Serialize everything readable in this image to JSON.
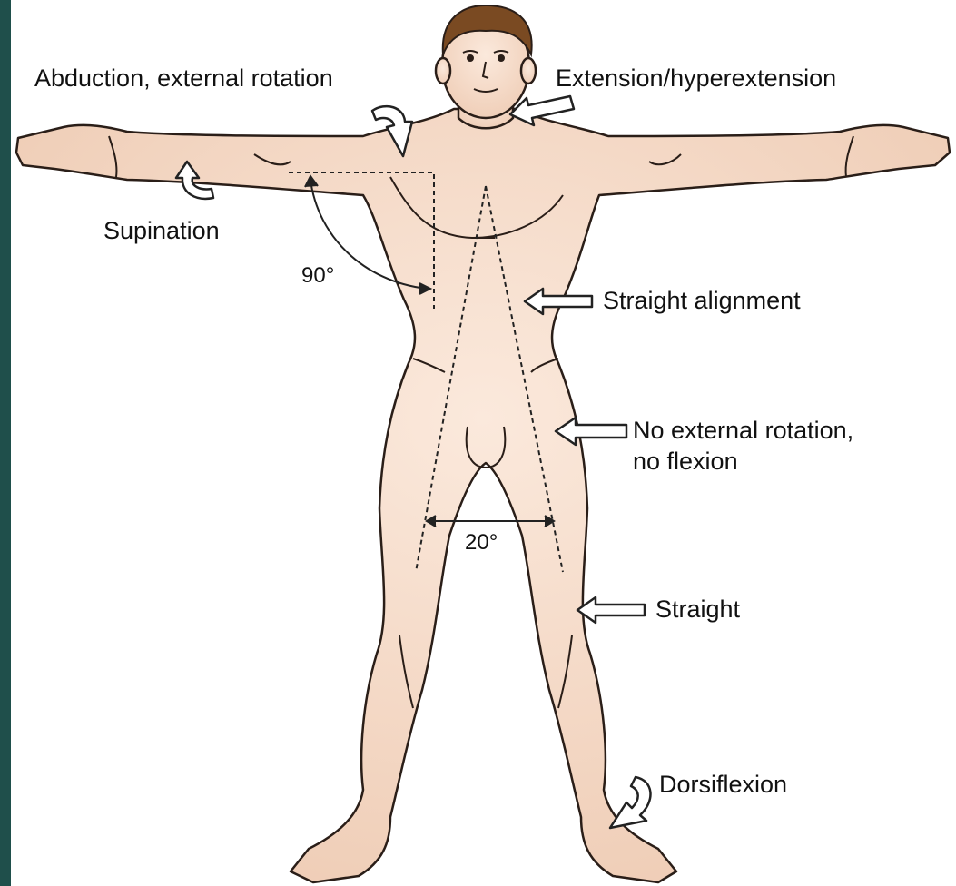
{
  "colors": {
    "background_frame": "#1f4f4b",
    "panel": "#ffffff",
    "skin": "#f6dfcc",
    "skin_shadow": "#ecc6ad",
    "hair": "#7a4a22",
    "outline": "#2a1e18",
    "text": "#111111"
  },
  "labels": {
    "abduction": "Abduction, external rotation",
    "extension": "Extension/hyperextension",
    "supination": "Supination",
    "angle_90": "90°",
    "straight_alignment": "Straight alignment",
    "no_external_rotation_line1": "No external rotation,",
    "no_external_rotation_line2": "no flexion",
    "angle_20": "20°",
    "straight": "Straight",
    "dorsiflexion": "Dorsiflexion"
  },
  "icons": [
    "abduction-rotation-arrow-icon",
    "extension-arrow-icon",
    "supination-arrow-icon",
    "straight-alignment-arrow-icon",
    "no-rotation-arrow-icon",
    "straight-arrow-icon",
    "dorsiflexion-arrow-icon"
  ]
}
